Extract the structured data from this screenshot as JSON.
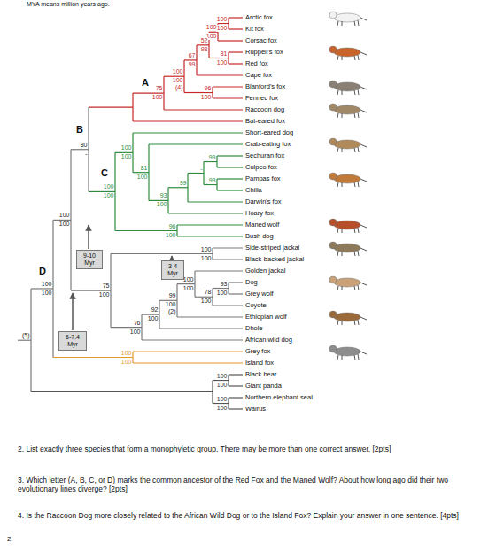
{
  "diagram": {
    "nodes": [
      {
        "text": [
          "9-10 Myr"
        ]
      },
      {
        "text": [
          "3-4 Myr"
        ]
      },
      {
        "text": [
          "6-7.4 Myr"
        ]
      }
    ],
    "labels": [
      "MYA means million years ago.",
      "Arctic fox",
      "Kit fox",
      "Corsac fox",
      "Ruppell's fox",
      "Red fox",
      "Cape fox",
      "Blanford's fox",
      "Fennec fox",
      "Raccoon dog",
      "Bat-eared fox",
      "Short-eared dog",
      "Crab-eating fox",
      "Sechuran fox",
      "Culpeo fox",
      "Pampas fox",
      "Chilla",
      "Darwin's fox",
      "Hoary fox",
      "Maned wolf",
      "Bush dog",
      "Side-striped jackal",
      "Black-backed jackal",
      "Golden jackal",
      "Dog",
      "Grey wolf",
      "Coyote",
      "Ethiopian wolf",
      "Dhole",
      "African wild dog",
      "Grey fox",
      "Island fox",
      "Black bear",
      "Giant panda",
      "Northern elephant seal",
      "Walrus",
      "100",
      "100",
      "100",
      "100",
      "81",
      "100",
      "52",
      "98",
      "67",
      "99",
      "96",
      "100",
      "100",
      "100",
      "(4)",
      "75",
      "100",
      "99",
      "99",
      "-",
      "99",
      "93",
      "100",
      "81",
      "100",
      "100",
      "100",
      "96",
      "100",
      "100",
      "100",
      "80",
      "-",
      "100",
      "100",
      "93",
      "100",
      "78",
      "100",
      "100",
      "100",
      "99",
      "100",
      "(2)",
      "92",
      "100",
      "76",
      "100",
      "75",
      "100",
      "100",
      "100",
      "100",
      "100",
      "100",
      "100",
      "100",
      "100",
      "100",
      "100",
      "(5)",
      "A",
      "B",
      "C",
      "D",
      "2. List exactly three species that form a monophyletic group. There may be more than one correct answer. [2pts]",
      "3. Which letter (A, B, C, or D) marks the common ancestor of the Red Fox and the Maned Wolf? About how long ago did their two evolutionary lines diverge? [2pts]",
      "4. Is the Raccoon Dog more closely related to the African Wild Dog or to the Island Fox? Explain your answer in one sentence. [4pts]",
      "2"
    ]
  }
}
